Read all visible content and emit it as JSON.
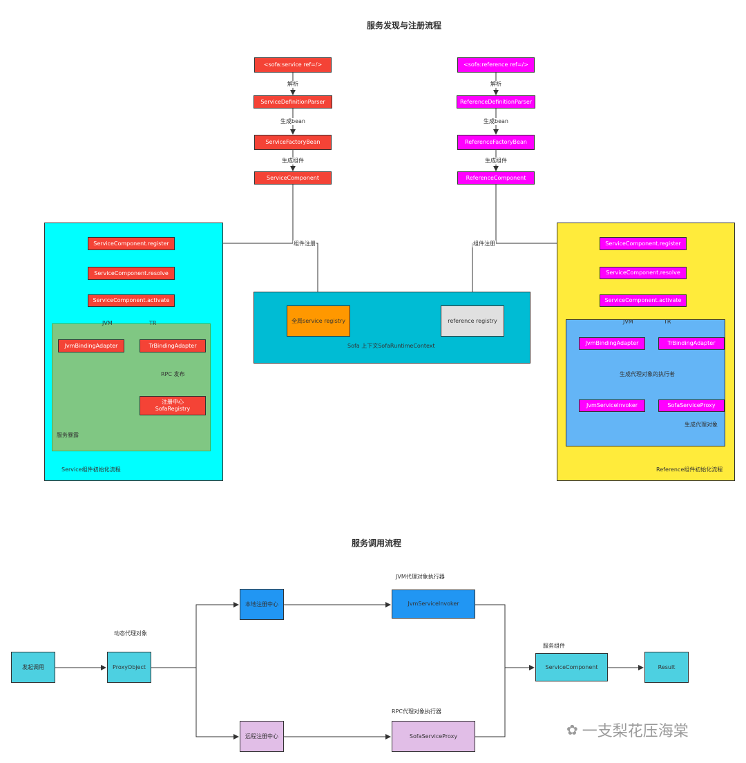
{
  "titles": {
    "discovery": "服务发现与注册流程",
    "invocation": "服务调用流程"
  },
  "service_chain": {
    "tag": "<sofa:service ref=/>",
    "parser": "ServiceDefinitionParser",
    "factory_bean": "ServiceFactoryBean",
    "component": "ServiceComponent"
  },
  "reference_chain": {
    "tag": "<sofa:reference ref=/>",
    "parser": "ReferenceDefinitionParser",
    "factory_bean": "ReferenceFactoryBean",
    "component": "ReferenceComponent"
  },
  "edge_labels": {
    "parse": "解析",
    "gen_bean": "生成bean",
    "gen_component": "生成组件",
    "register": "组件注册",
    "jvm": "JVM",
    "tr": "TR",
    "rpc_publish": "RPC 发布",
    "gen_proxy_executor": "生成代理对象的执行者",
    "gen_proxy_object": "生成代理对象"
  },
  "service_panel": {
    "caption": "Service组件初始化流程",
    "register": "ServiceComponent.register",
    "resolve": "ServiceComponent.resolve",
    "activate": "ServiceComponent.activate",
    "expose_caption": "服务暴露",
    "jvm_adapter": "JvmBindingAdapter",
    "tr_adapter": "TrBindingAdapter",
    "registry": "注册中心\nSofaRegistry"
  },
  "context_panel": {
    "caption": "Sofa  上下文SofaRuntimeContext",
    "global_registry": "全局service  registry",
    "reference_registry": "reference  registry"
  },
  "reference_panel": {
    "caption": "Reference组件初始化流程",
    "register": "ServiceComponent.register",
    "resolve": "ServiceComponent.resolve",
    "activate": "ServiceComponent.activate",
    "jvm_adapter": "JvmBindingAdapter",
    "tr_adapter": "TrBindingAdapter",
    "jvm_invoker": "JvmServiceInvoker",
    "sofa_proxy": "SofaServiceProxy"
  },
  "invocation": {
    "start": "发起调用",
    "proxy_object": "ProxyObject",
    "proxy_object_label": "动态代理对象",
    "local_registry": "本地注册中心",
    "remote_registry": "远程注册中心",
    "jvm_invoker": "JvmServiceInvoker",
    "jvm_invoker_label": "JVM代理对象执行器",
    "sofa_proxy": "SofaServiceProxy",
    "sofa_proxy_label": "RPC代理对象执行器",
    "service_component": "ServiceComponent",
    "service_component_label": "服务组件",
    "result": "Result"
  },
  "watermark": {
    "icon": "wechat-icon",
    "text": "一支梨花压海棠"
  },
  "colors": {
    "service_panel": "#00ffff",
    "reference_panel": "#ffeb3b",
    "context_panel": "#00bcd4",
    "expose_panel": "#80c783",
    "proxy_panel": "#64b5f6",
    "red": "#f44336",
    "magenta": "#ff00ff",
    "orange": "#ff9800",
    "grey": "#e0e0e0",
    "teal": "#4dd0e1",
    "blue": "#2196f3",
    "lavender": "#e1bee7"
  }
}
